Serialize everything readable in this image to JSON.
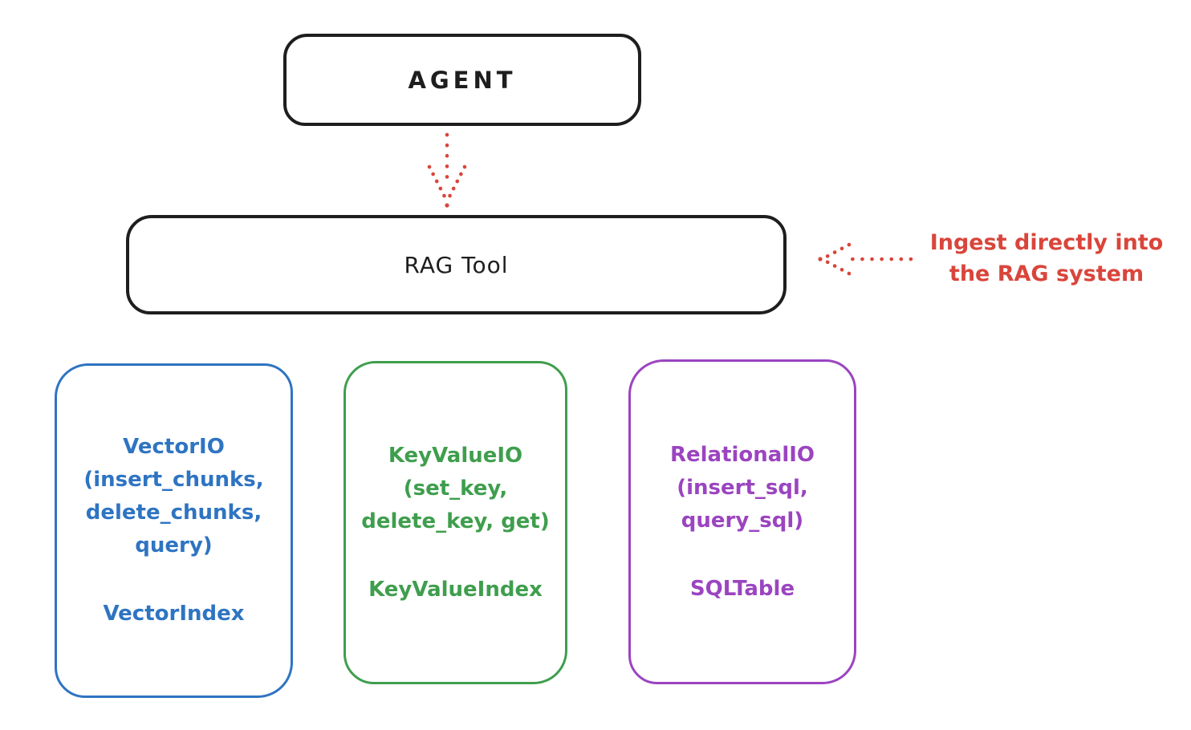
{
  "colors": {
    "black": "#1e1e1e",
    "red": "#d9453b",
    "blue": "#2e74c2",
    "green": "#3f9e4d",
    "purple": "#9b44c0"
  },
  "agent": {
    "label": "AGENT"
  },
  "rag_tool": {
    "label": "RAG Tool"
  },
  "annotation": {
    "line1": "Ingest directly into",
    "line2": "the RAG system"
  },
  "arrows": {
    "agent_to_rag": "dotted-down-arrow",
    "ingest_to_rag": "dotted-left-arrow"
  },
  "boxes": [
    {
      "name": "vector-io",
      "color": "#2e74c2",
      "lines": [
        "VectorIO",
        "(insert_chunks,",
        "delete_chunks,",
        "query)"
      ],
      "footer": "VectorIndex"
    },
    {
      "name": "keyvalue-io",
      "color": "#3f9e4d",
      "lines": [
        "KeyValueIO",
        "(set_key,",
        "delete_key, get)"
      ],
      "footer": "KeyValueIndex"
    },
    {
      "name": "relational-io",
      "color": "#9b44c0",
      "lines": [
        "RelationalIO",
        "(insert_sql,",
        "query_sql)"
      ],
      "footer": "SQLTable"
    }
  ]
}
